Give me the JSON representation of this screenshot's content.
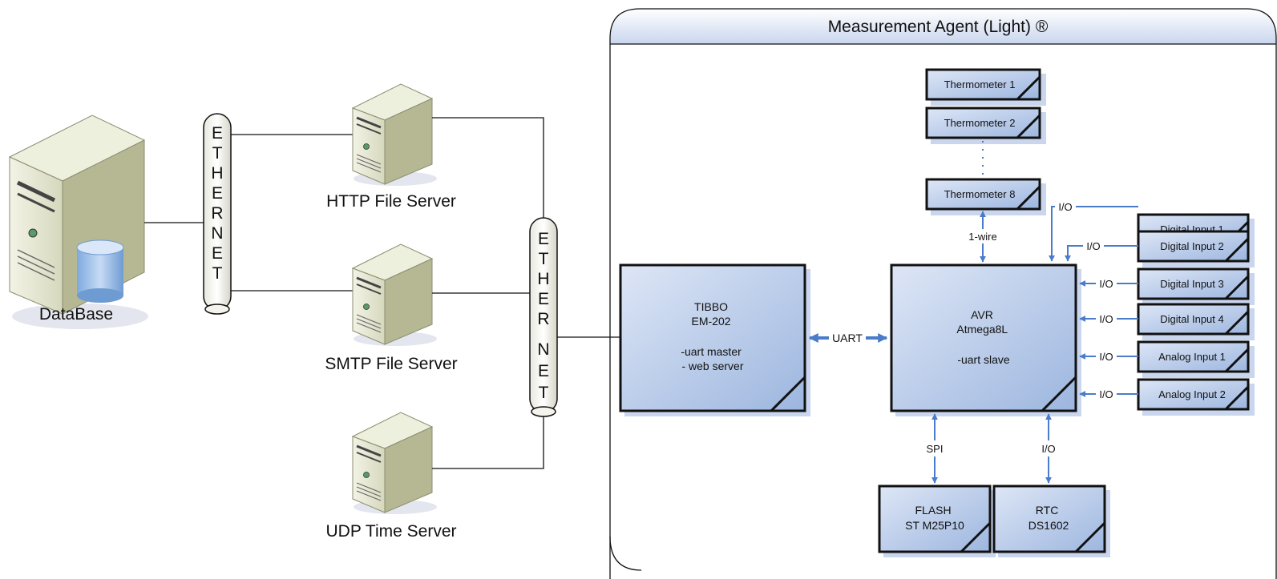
{
  "database": {
    "label": "DataBase"
  },
  "ethernet_left": {
    "letters": [
      "E",
      "T",
      "H",
      "E",
      "R",
      "N",
      "E",
      "T"
    ]
  },
  "ethernet_right": {
    "letters": [
      "E",
      "T",
      "H",
      "E",
      "R",
      "N",
      "E",
      "T"
    ]
  },
  "servers": [
    {
      "label": "HTTP File Server"
    },
    {
      "label": "SMTP File Server"
    },
    {
      "label": "UDP Time Server"
    }
  ],
  "agent": {
    "title": "Measurement Agent (Light) ®"
  },
  "tibbo": {
    "lines": [
      "TIBBO",
      "EM-202",
      "",
      "-uart master",
      "- web server"
    ]
  },
  "avr": {
    "lines": [
      "AVR",
      "Atmega8L",
      "",
      "-uart slave"
    ]
  },
  "thermometers": [
    {
      "label": "Thermometer 1"
    },
    {
      "label": "Thermometer 2"
    },
    {
      "label": "Thermometer 8"
    }
  ],
  "inputs": [
    {
      "label": "Digital Input 1"
    },
    {
      "label": "Digital Input 2"
    },
    {
      "label": "Digital Input 3"
    },
    {
      "label": "Digital Input 4"
    },
    {
      "label": "Analog Input 1"
    },
    {
      "label": "Analog Input 2"
    }
  ],
  "flash": {
    "lines": [
      "FLASH",
      "ST M25P10"
    ]
  },
  "rtc": {
    "lines": [
      "RTC",
      "DS1602"
    ]
  },
  "links": {
    "uart": "UART",
    "one_wire": "1-wire",
    "spi": "SPI",
    "io": "I/O"
  }
}
